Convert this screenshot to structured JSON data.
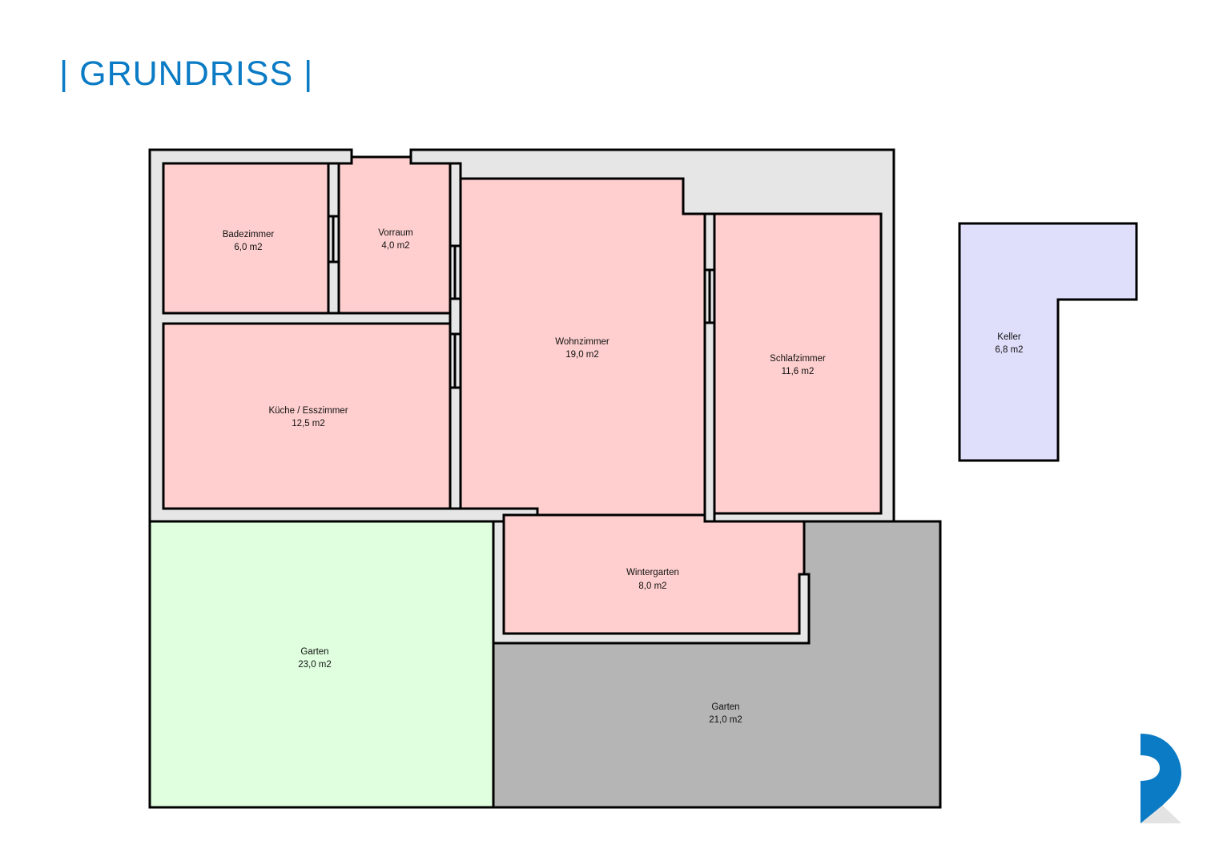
{
  "title": "| GRUNDRISS |",
  "colors": {
    "title": "#0a7bc4",
    "room": "#ffcfcf",
    "wall": "#e6e6e6",
    "garden_green": "#dfffdf",
    "garden_gray": "#b5b5b5",
    "keller": "#dfdffc"
  },
  "rooms": {
    "bad": {
      "name": "Badezimmer",
      "area": "6,0 m2"
    },
    "vorraum": {
      "name": "Vorraum",
      "area": "4,0 m2"
    },
    "kueche": {
      "name": "Küche / Esszimmer",
      "area": "12,5 m2"
    },
    "wohn": {
      "name": "Wohnzimmer",
      "area": "19,0 m2"
    },
    "schlaf": {
      "name": "Schlafzimmer",
      "area": "11,6 m2"
    },
    "winter": {
      "name": "Wintergarten",
      "area": "8,0 m2"
    },
    "garten1": {
      "name": "Garten",
      "area": "23,0 m2"
    },
    "garten2": {
      "name": "Garten",
      "area": "21,0 m2"
    },
    "keller": {
      "name": "Keller",
      "area": "6,8 m2"
    }
  }
}
